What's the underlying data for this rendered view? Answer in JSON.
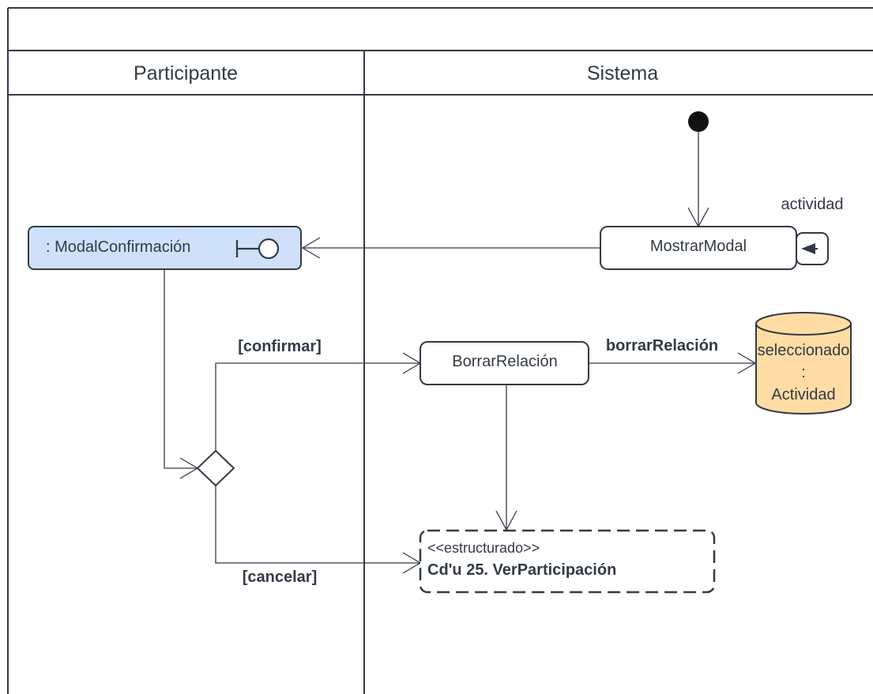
{
  "lanes": {
    "participante": "Participante",
    "sistema": "Sistema"
  },
  "nodes": {
    "modal_confirmacion": ": ModalConfirmación",
    "mostrar_modal": "MostrarModal",
    "borrar_relacion": "BorrarRelación",
    "datastore": {
      "line1": "seleccionado",
      "line2": ":",
      "line3": "Actividad"
    },
    "subactivity": {
      "stereotype": "<<estructurado>>",
      "name": "Cd'u 25. VerParticipación"
    }
  },
  "labels": {
    "actividad": "actividad",
    "confirmar": "[confirmar]",
    "cancelar": "[cancelar]",
    "borrar_relacion_flow": "borrarRelación"
  },
  "colors": {
    "line": "#333a45",
    "boundary_fill": "#cfe0fb",
    "datastore_fill": "#ffdca3"
  }
}
